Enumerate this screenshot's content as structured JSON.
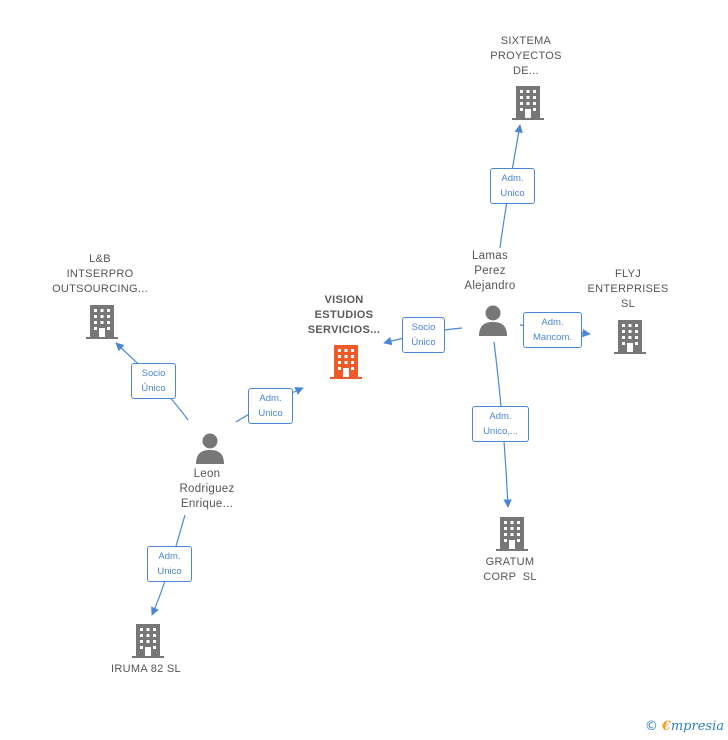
{
  "colors": {
    "edge": "#4a86d8",
    "company": "#777777",
    "company_main": "#f05a28",
    "person": "#777777"
  },
  "nodes": {
    "vision": {
      "label": [
        "VISION",
        "ESTUDIOS",
        "SERVICIOS..."
      ],
      "icon": "building-icon-main"
    },
    "sixtema": {
      "label": [
        "SIXTEMA",
        "PROYECTOS",
        "DE..."
      ],
      "icon": "building-icon"
    },
    "lb": {
      "label": [
        "L&B",
        "INTSERPRO",
        "OUTSOURCING..."
      ],
      "icon": "building-icon"
    },
    "flyj": {
      "label": [
        "FLYJ",
        "ENTERPRISES",
        "SL"
      ],
      "icon": "building-icon"
    },
    "gratum": {
      "label": [
        "GRATUM",
        "CORP  SL"
      ],
      "icon": "building-icon"
    },
    "iruma": {
      "label": [
        "IRUMA 82 SL"
      ],
      "icon": "building-icon"
    },
    "lamas": {
      "label": [
        "Lamas",
        "Perez",
        "Alejandro"
      ],
      "icon": "person-icon"
    },
    "leon": {
      "label": [
        "Leon",
        "Rodriguez",
        "Enrique..."
      ],
      "icon": "person-icon"
    }
  },
  "edges": {
    "lamas_sixtema": {
      "label": [
        "Adm.",
        "Unico"
      ]
    },
    "lamas_vision": {
      "label": [
        "Socio",
        "Único"
      ]
    },
    "lamas_flyj": {
      "label": [
        "Adm.",
        "Mancom."
      ]
    },
    "lamas_gratum": {
      "label": [
        "Adm.",
        "Unico,..."
      ]
    },
    "leon_lb": {
      "label": [
        "Socio",
        "Único"
      ]
    },
    "leon_vision": {
      "label": [
        "Adm.",
        "Unico"
      ]
    },
    "leon_iruma": {
      "label": [
        "Adm.",
        "Unico"
      ]
    }
  },
  "footer": {
    "copyright": "©",
    "brand_first": "€",
    "brand_rest": "mpresia"
  }
}
